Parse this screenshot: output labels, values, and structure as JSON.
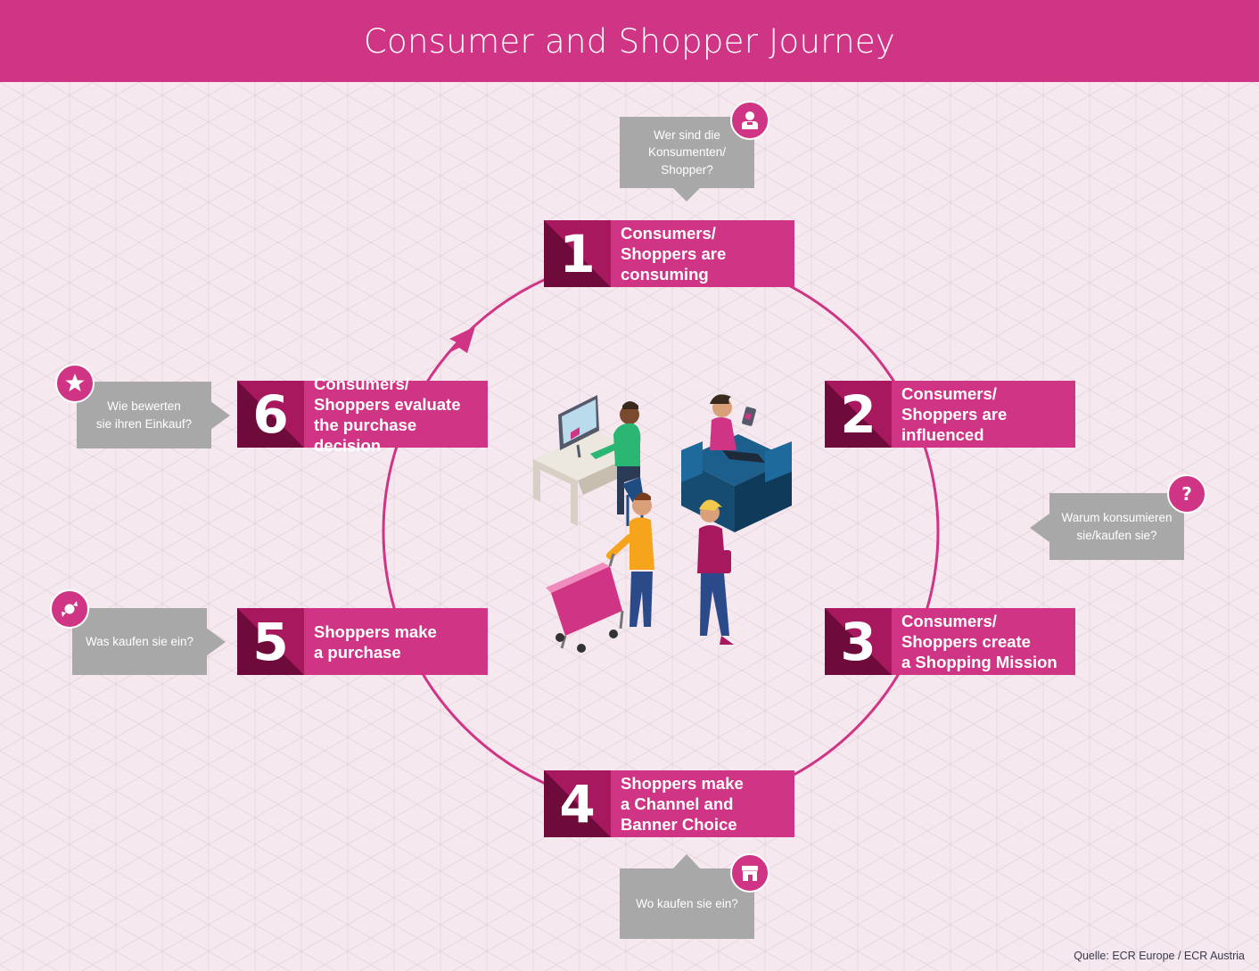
{
  "header": {
    "title": "Consumer and Shopper Journey"
  },
  "steps": [
    {
      "number": "1",
      "label": "Consumers/\nShoppers are\nconsuming"
    },
    {
      "number": "2",
      "label": "Consumers/\nShoppers are\ninfluenced"
    },
    {
      "number": "3",
      "label": "Consumers/\nShoppers create\na Shopping Mission"
    },
    {
      "number": "4",
      "label": "Shoppers make\na Channel and\nBanner Choice"
    },
    {
      "number": "5",
      "label": "Shoppers make\na purchase"
    },
    {
      "number": "6",
      "label": "Consumers/\nShoppers evaluate\nthe purchase decision"
    }
  ],
  "questions": [
    {
      "text": "Wer sind die\nKonsumenten/\nShopper?",
      "icon": "person-icon"
    },
    {
      "text": "Warum konsumieren\nsie/kaufen sie?",
      "icon": "question-icon"
    },
    {
      "text": "Wo kaufen sie ein?",
      "icon": "store-icon"
    },
    {
      "text": "Was kaufen sie ein?",
      "icon": "candy-icon"
    },
    {
      "text": "Wie bewerten\nsie ihren Einkauf?",
      "icon": "star-icon"
    }
  ],
  "source": "Quelle: ECR Europe / ECR Austria",
  "colors": {
    "header": "#d03484",
    "step_box": "#d03484",
    "step_number": "#a8185f",
    "step_number_shadow": "#6f0b3a",
    "bubble": "#a8a8a8",
    "background": "#f6e8ef"
  }
}
